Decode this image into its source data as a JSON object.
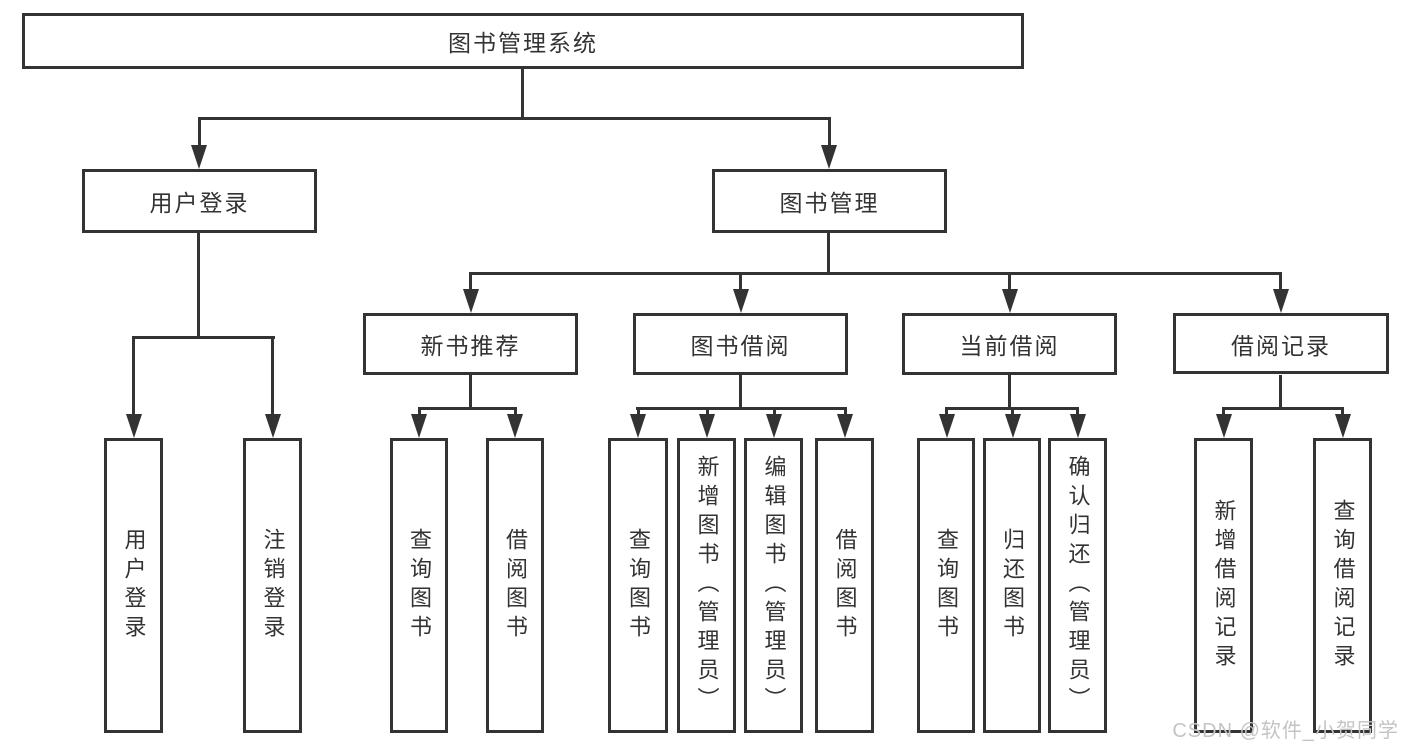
{
  "diagram_title": "图书管理系统",
  "watermark": "CSDN @软件_小贺同学",
  "colors": {
    "line": "#333333",
    "text": "#333333",
    "background": "#ffffff",
    "watermark": "#c4c4c4"
  },
  "nodes": [
    {
      "id": "library-management-system",
      "label": "图书管理系统"
    },
    {
      "id": "user-login",
      "label": "用户登录"
    },
    {
      "id": "book-management",
      "label": "图书管理"
    },
    {
      "id": "new-book-recommend",
      "label": "新书推荐"
    },
    {
      "id": "book-borrowing",
      "label": "图书借阅"
    },
    {
      "id": "current-borrowing",
      "label": "当前借阅"
    },
    {
      "id": "borrowing-records",
      "label": "借阅记录"
    },
    {
      "id": "user-login-action",
      "label": "用户登录"
    },
    {
      "id": "logout-action",
      "label": "注销登录"
    },
    {
      "id": "query-books-recommend",
      "label": "查询图书"
    },
    {
      "id": "borrow-books-recommend",
      "label": "借阅图书"
    },
    {
      "id": "query-books-borrowing",
      "label": "查询图书"
    },
    {
      "id": "add-book-admin",
      "label": "新增图书（管理员）"
    },
    {
      "id": "edit-book-admin",
      "label": "编辑图书（管理员）"
    },
    {
      "id": "borrow-books-borrowing",
      "label": "借阅图书"
    },
    {
      "id": "query-books-current",
      "label": "查询图书"
    },
    {
      "id": "return-books",
      "label": "归还图书"
    },
    {
      "id": "confirm-return-admin",
      "label": "确认归还（管理员）"
    },
    {
      "id": "add-borrowing-record",
      "label": "新增借阅记录"
    },
    {
      "id": "query-borrowing-record",
      "label": "查询借阅记录"
    }
  ]
}
